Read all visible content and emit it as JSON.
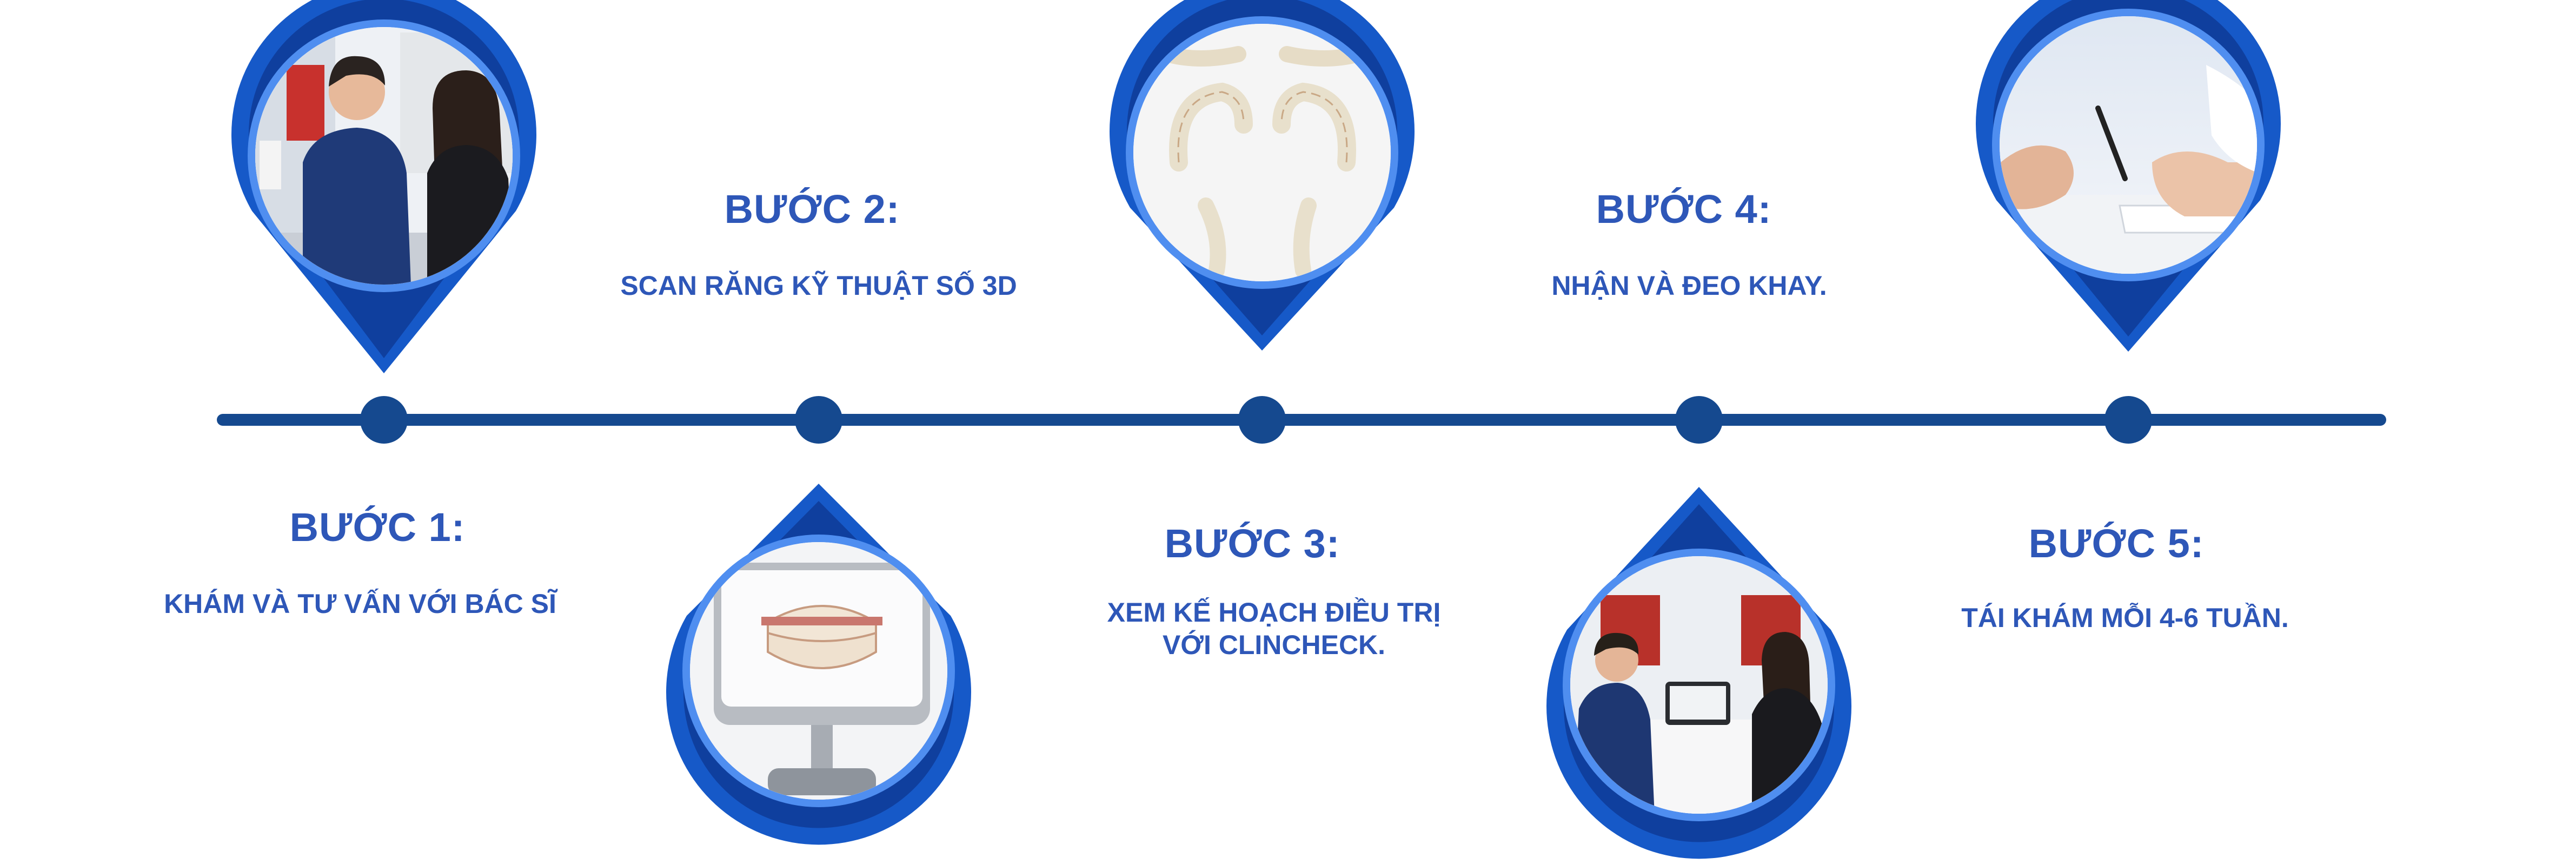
{
  "colors": {
    "timeline": "#15498f",
    "ring_outer": "#1659c8",
    "ring_inner": "#4f8ef0",
    "text": "#2e57b8"
  },
  "steps": [
    {
      "title": "BƯỚC 1:",
      "desc_lines": [
        "KHÁM VÀ TƯ VẤN VỚI BÁC SĨ"
      ],
      "pin_direction": "down",
      "photo": "doctor-consultation-photo"
    },
    {
      "title": "BƯỚC 2:",
      "desc_lines": [
        "SCAN RĂNG KỸ THUẬT SỐ 3D"
      ],
      "pin_direction": "up",
      "photo": "3d-scanner-photo"
    },
    {
      "title": "BƯỚC 3:",
      "desc_lines": [
        "XEM KẾ HOẠCH ĐIỀU TRỊ",
        "VỚI CLINCHECK."
      ],
      "pin_direction": "down",
      "photo": "dental-arch-model-image"
    },
    {
      "title": "BƯỚC 4:",
      "desc_lines": [
        "NHẬN VÀ ĐEO KHAY."
      ],
      "pin_direction": "up",
      "photo": "aligner-delivery-photo"
    },
    {
      "title": "BƯỚC 5:",
      "desc_lines": [
        "TÁI KHÁM MỖI 4-6 TUẦN."
      ],
      "pin_direction": "down",
      "photo": "writing-hands-photo"
    }
  ]
}
